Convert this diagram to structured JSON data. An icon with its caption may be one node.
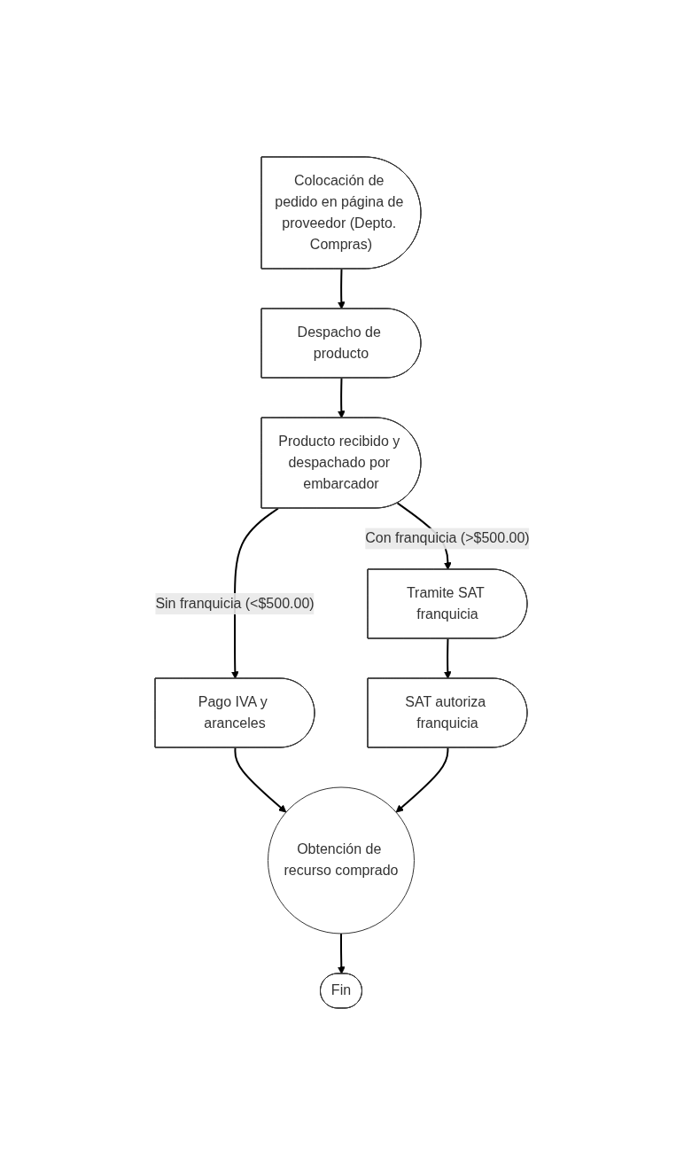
{
  "diagram": {
    "nodes": [
      {
        "text": [
          "Colocación de pedido en página de proveedor (Depto. Compras)"
        ]
      },
      {
        "text": [
          "Despacho de producto"
        ]
      },
      {
        "text": [
          "Producto recibido y despachado por embarcador"
        ]
      },
      {
        "text": [
          "Pago IVA y aranceles"
        ]
      },
      {
        "text": [
          "Tramite SAT franquicia"
        ]
      },
      {
        "text": [
          "SAT autoriza franquicia"
        ]
      },
      {
        "text": [
          "Obtención de recurso comprado"
        ]
      },
      {
        "text": [
          "Fin"
        ]
      }
    ],
    "edges": [
      {
        "from": 0,
        "to": 1,
        "arrow": "to"
      },
      {
        "from": 1,
        "to": 2,
        "arrow": "to"
      },
      {
        "from": 2,
        "to": 3,
        "arrow": "to",
        "label": "Sin franquicia (<$500.00)"
      },
      {
        "from": 2,
        "to": 4,
        "arrow": "to",
        "label": "Con franquicia (>$500.00)"
      },
      {
        "from": 4,
        "to": 5,
        "arrow": "to"
      },
      {
        "from": 3,
        "to": 6,
        "arrow": "to"
      },
      {
        "from": 5,
        "to": 6,
        "arrow": "to"
      },
      {
        "from": 6,
        "to": 7,
        "arrow": "to"
      }
    ]
  }
}
